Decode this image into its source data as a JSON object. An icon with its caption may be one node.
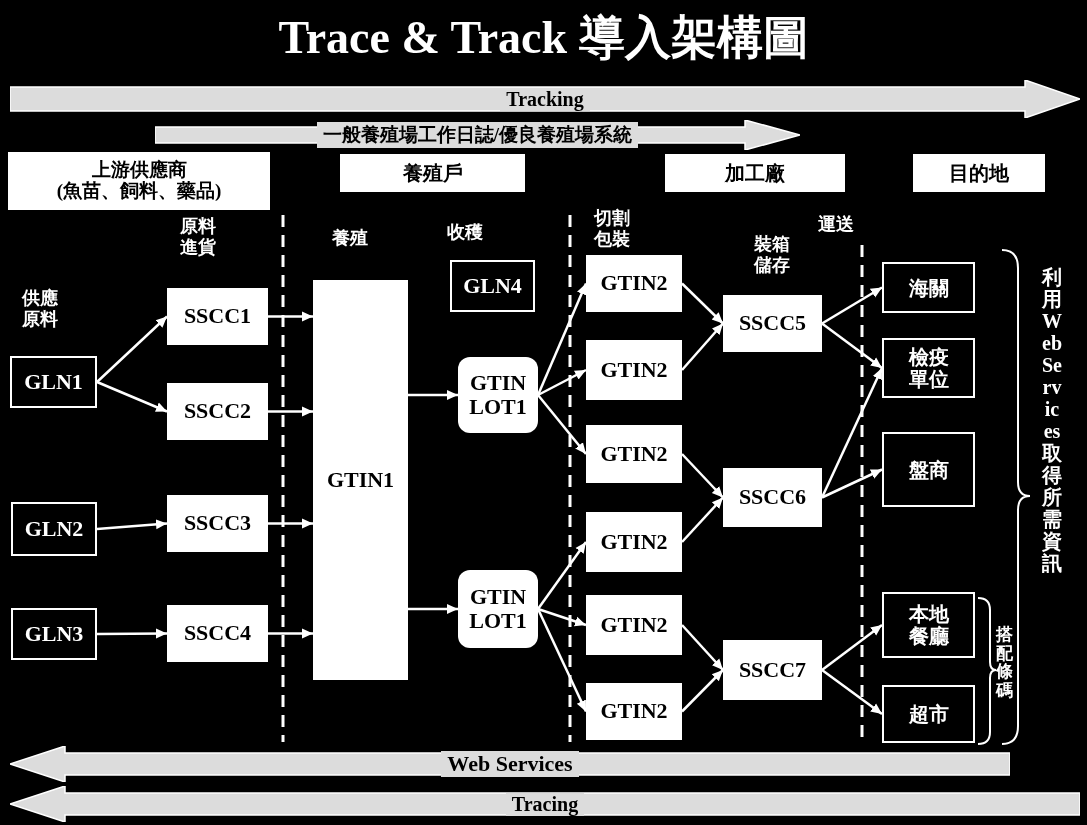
{
  "diagram": {
    "title": "Trace & Track 導入架構圖",
    "nodes": [
      {
        "text": [
          "Tracking"
        ]
      },
      {
        "text": [
          "一般養殖場工作日誌/優良養殖場系統"
        ]
      },
      {
        "text": [
          "上游供應商",
          "(魚苗、飼料、藥品)"
        ]
      },
      {
        "text": [
          "養殖戶"
        ]
      },
      {
        "text": [
          "加工廠"
        ]
      },
      {
        "text": [
          "目的地"
        ]
      },
      {
        "text": [
          "GLN1"
        ]
      },
      {
        "text": [
          "SSCC1"
        ]
      },
      {
        "text": [
          "SSCC2"
        ]
      },
      {
        "text": [
          "GLN2"
        ]
      },
      {
        "text": [
          "SSCC3"
        ]
      },
      {
        "text": [
          "GLN3"
        ]
      },
      {
        "text": [
          "SSCC4"
        ]
      },
      {
        "text": [
          "GTIN1"
        ]
      },
      {
        "text": [
          "GLN4"
        ]
      },
      {
        "text": [
          "GTIN LOT1"
        ]
      },
      {
        "text": [
          "GTIN LOT1"
        ]
      },
      {
        "text": [
          "GTIN2"
        ]
      },
      {
        "text": [
          "GTIN2"
        ]
      },
      {
        "text": [
          "GTIN2"
        ]
      },
      {
        "text": [
          "GTIN2"
        ]
      },
      {
        "text": [
          "GTIN2"
        ]
      },
      {
        "text": [
          "GTIN2"
        ]
      },
      {
        "text": [
          "SSCC5"
        ]
      },
      {
        "text": [
          "SSCC6"
        ]
      },
      {
        "text": [
          "SSCC7"
        ]
      },
      {
        "text": [
          "海關"
        ]
      },
      {
        "text": [
          "檢疫單位"
        ]
      },
      {
        "text": [
          "盤商"
        ]
      },
      {
        "text": [
          "本地餐廳"
        ]
      },
      {
        "text": [
          "超市"
        ]
      },
      {
        "text": [
          "Web Services"
        ]
      },
      {
        "text": [
          "Tracing"
        ]
      }
    ],
    "edges": [
      {
        "from": 6,
        "to": 7,
        "arrow": "to"
      },
      {
        "from": 6,
        "to": 8,
        "arrow": "to"
      },
      {
        "from": 9,
        "to": 10,
        "arrow": "to"
      },
      {
        "from": 11,
        "to": 12,
        "arrow": "to"
      },
      {
        "from": 7,
        "to": 13,
        "arrow": "to"
      },
      {
        "from": 8,
        "to": 13,
        "arrow": "to"
      },
      {
        "from": 10,
        "to": 13,
        "arrow": "to"
      },
      {
        "from": 12,
        "to": 13,
        "arrow": "to"
      },
      {
        "from": 13,
        "to": 15,
        "arrow": "to"
      },
      {
        "from": 13,
        "to": 16,
        "arrow": "to"
      },
      {
        "from": 15,
        "to": 17,
        "arrow": "to"
      },
      {
        "from": 15,
        "to": 18,
        "arrow": "to"
      },
      {
        "from": 15,
        "to": 19,
        "arrow": "to"
      },
      {
        "from": 16,
        "to": 20,
        "arrow": "to"
      },
      {
        "from": 16,
        "to": 21,
        "arrow": "to"
      },
      {
        "from": 16,
        "to": 22,
        "arrow": "to"
      },
      {
        "from": 17,
        "to": 23,
        "arrow": "to"
      },
      {
        "from": 18,
        "to": 23,
        "arrow": "to"
      },
      {
        "from": 19,
        "to": 24,
        "arrow": "to"
      },
      {
        "from": 20,
        "to": 24,
        "arrow": "to"
      },
      {
        "from": 21,
        "to": 25,
        "arrow": "to"
      },
      {
        "from": 22,
        "to": 25,
        "arrow": "to"
      },
      {
        "from": 23,
        "to": 26,
        "arrow": "to"
      },
      {
        "from": 23,
        "to": 27,
        "arrow": "to"
      },
      {
        "from": 24,
        "to": 27,
        "arrow": "to"
      },
      {
        "from": 24,
        "to": 28,
        "arrow": "to"
      },
      {
        "from": 25,
        "to": 29,
        "arrow": "to"
      },
      {
        "from": 25,
        "to": 30,
        "arrow": "to"
      }
    ],
    "labels": [
      "原料進貨",
      "養殖",
      "收穫",
      "切割包裝",
      "運送",
      "裝箱儲存",
      "供應原料",
      "利用Web Services取得所需資訊",
      "搭配條碼"
    ]
  }
}
